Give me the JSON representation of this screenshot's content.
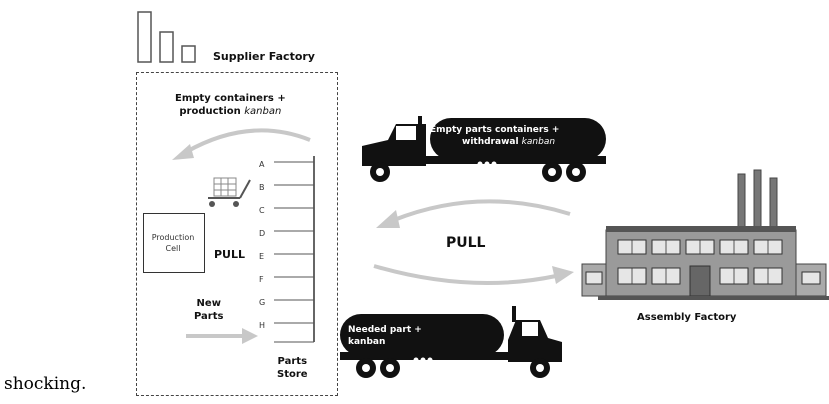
{
  "caption_text": "shocking.",
  "supplier_factory": {
    "title": "Supplier Factory"
  },
  "supplier_loop": {
    "label_line1": "Empty containers +",
    "label_line2": "production ",
    "label_kanban": "kanban"
  },
  "production_cell": {
    "line1": "Production",
    "line2": "Cell"
  },
  "pull_left": "PULL",
  "new_parts": {
    "line1": "New",
    "line2": "Parts"
  },
  "parts_store": {
    "line1": "Parts",
    "line2": "Store",
    "bins": [
      "A",
      "B",
      "C",
      "D",
      "E",
      "F",
      "G",
      "H"
    ]
  },
  "truck_top": {
    "line1": "Empty parts containers +",
    "line2": "withdrawal ",
    "kanban": "kanban"
  },
  "pull_center": "PULL",
  "truck_bottom": {
    "line1": "Needed part +",
    "line2": "kanban"
  },
  "assembly_factory": {
    "title": "Assembly Factory"
  },
  "colors": {
    "ink": "#111111",
    "arrow_gray": "#c8c8c8",
    "building_gray": "#9a9a9a",
    "dark_gray": "#555555"
  }
}
